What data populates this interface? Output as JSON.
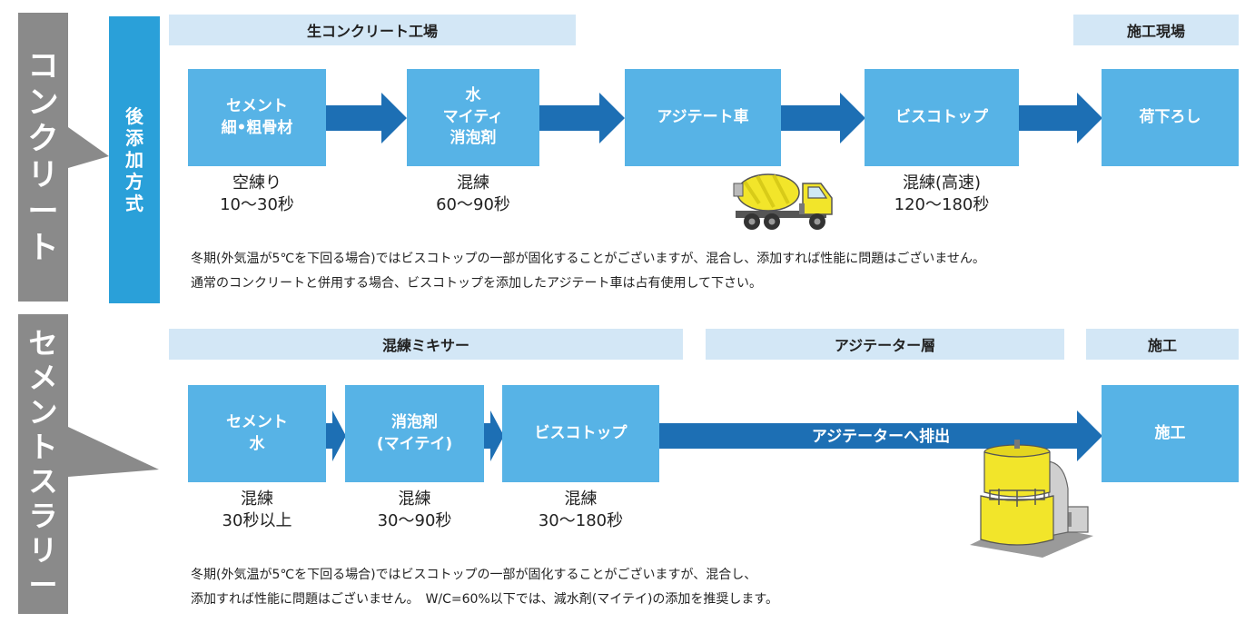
{
  "side_labels": {
    "concrete": [
      "コ",
      "ン",
      "ク",
      "リ",
      "ー",
      "ト"
    ],
    "slurry": [
      "セ",
      "メ",
      "ン",
      "ト",
      "ス",
      "ラ",
      "リ",
      "ー"
    ],
    "method": [
      "後",
      "添",
      "加",
      "方",
      "式"
    ]
  },
  "concrete": {
    "headers": {
      "plant": "生コンクリート工場",
      "site": "施工現場"
    },
    "boxes": {
      "b1": [
        "セメント",
        "細•粗骨材"
      ],
      "b2": [
        "水",
        "マイティ",
        "消泡剤"
      ],
      "b3": "アジテート車",
      "b4": "ビスコトップ",
      "b5": "荷下ろし"
    },
    "captions": {
      "c1": [
        "空練り",
        "10〜30秒"
      ],
      "c2": [
        "混練",
        "60〜90秒"
      ],
      "c4": [
        "混練(高速)",
        "120〜180秒"
      ]
    },
    "notes": [
      "冬期(外気温が5℃を下回る場合)ではビスコトップの一部が固化することがございますが、混合し、添加すれば性能に問題はございません。",
      "通常のコンクリートと併用する場合、ビスコトップを添加したアジテート車は占有使用して下さい。"
    ]
  },
  "slurry": {
    "headers": {
      "mixer": "混練ミキサー",
      "agitator": "アジテーター層",
      "work": "施工"
    },
    "boxes": {
      "b1": [
        "セメント",
        "水"
      ],
      "b2": [
        "消泡剤",
        "(マイテイ)"
      ],
      "b3": "ビスコトップ",
      "b4": "施工"
    },
    "arrow_label": "アジテーターへ排出",
    "captions": {
      "c1": [
        "混練",
        "30秒以上"
      ],
      "c2": [
        "混練",
        "30〜90秒"
      ],
      "c3": [
        "混練",
        "30〜180秒"
      ]
    },
    "notes": [
      "冬期(外気温が5℃を下回る場合)ではビスコトップの一部が固化することがございますが、混合し、",
      "添加すれば性能に問題はございません。　W/C=60%以下では、減水剤(マイテイ)の添加を推奨します。"
    ]
  },
  "colors": {
    "side_gray": "#8a8a8a",
    "tab_blue": "#2aa0d9",
    "header_bg": "#d3e7f6",
    "box_blue": "#57b3e6",
    "arrow_blue": "#1d6fb4",
    "truck_yellow": "#f2e52a"
  },
  "icons": {
    "truck": "mixer-truck-icon",
    "agitator": "agitator-tank-icon"
  }
}
